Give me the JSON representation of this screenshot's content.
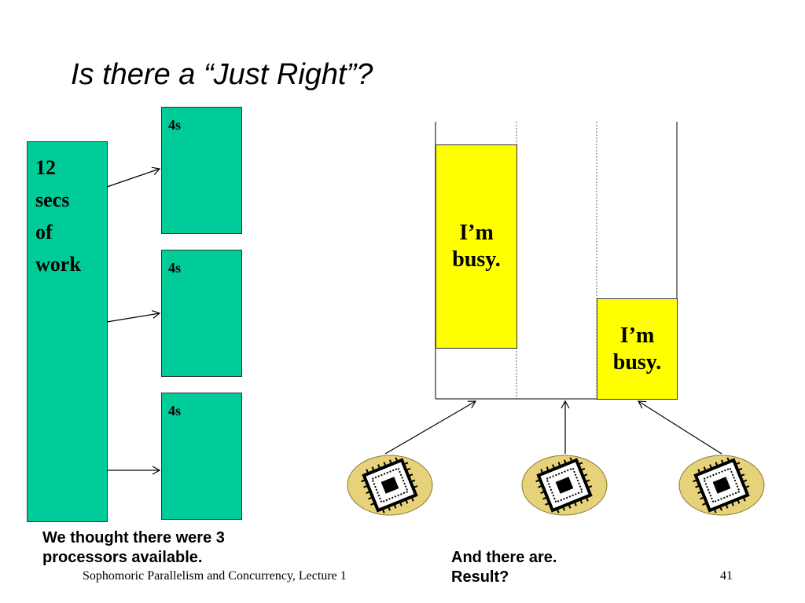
{
  "title": "Is there a “Just Right”?",
  "work": {
    "text": "12\nsecs\nof\nwork"
  },
  "tasks": [
    "4s",
    "4s",
    "4s"
  ],
  "busy": [
    "I’m\nbusy.",
    "I’m\nbusy."
  ],
  "captions": {
    "left": "We thought there were 3\nprocessors available.",
    "right": "And there are.\nResult?"
  },
  "footer": {
    "course": "Sophomoric Parallelism and Concurrency, Lecture 1",
    "page": "41"
  },
  "colors": {
    "task_fill": "#00cc99",
    "busy_fill": "#ffff00",
    "chip_halo": "#e6d27a"
  },
  "icons": [
    "processor-chip-icon",
    "processor-chip-icon",
    "processor-chip-icon"
  ]
}
